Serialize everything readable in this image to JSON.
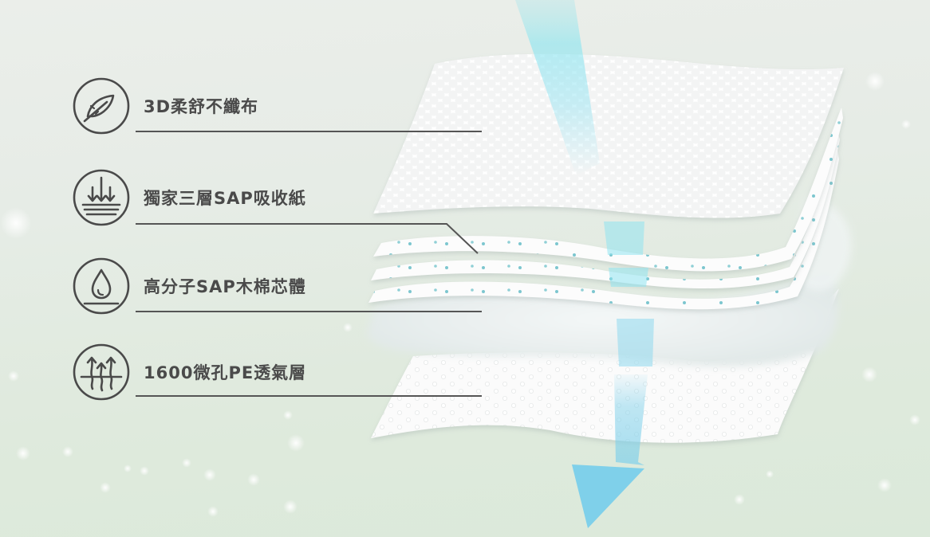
{
  "features": [
    {
      "id": "nonwoven",
      "label": "3D柔舒不纖布",
      "icon": "feather-icon"
    },
    {
      "id": "absorbent-paper",
      "label": "獨家三層SAP吸收紙",
      "icon": "layers-down-arrows-icon"
    },
    {
      "id": "core",
      "label": "高分子SAP木棉芯體",
      "icon": "water-drop-icon"
    },
    {
      "id": "breathable",
      "label": "1600微孔PE透氣層",
      "icon": "breathable-arrows-icon"
    }
  ],
  "colors": {
    "text": "#4a4a4a",
    "line": "#555555",
    "arrow": "#7fd0ea",
    "dot": "#6fc2cf",
    "background": "#e3ebe2"
  }
}
